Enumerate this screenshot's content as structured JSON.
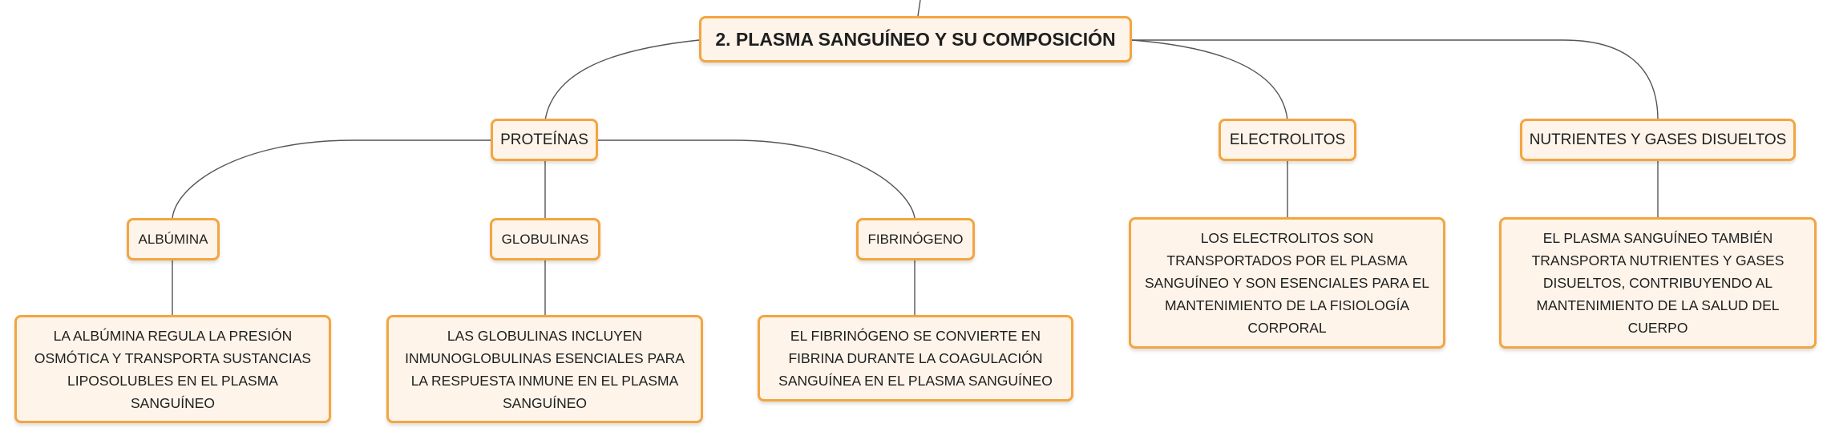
{
  "diagram": {
    "root": {
      "label": "2. PLASMA SANGUÍNEO Y SU COMPOSICIÓN"
    },
    "branches": [
      {
        "label": "PROTEÍNAS",
        "children": [
          {
            "label": "ALBÚMINA",
            "detail": "LA ALBÚMINA REGULA LA PRESIÓN OSMÓTICA Y TRANSPORTA SUSTANCIAS LIPOSOLUBLES EN EL PLASMA SANGUÍNEO"
          },
          {
            "label": "GLOBULINAS",
            "detail": "LAS GLOBULINAS INCLUYEN INMUNOGLOBULINAS ESENCIALES PARA LA RESPUESTA INMUNE EN EL PLASMA SANGUÍNEO"
          },
          {
            "label": "FIBRINÓGENO",
            "detail": "EL FIBRINÓGENO SE CONVIERTE EN FIBRINA DURANTE LA COAGULACIÓN SANGUÍNEA EN EL PLASMA SANGUÍNEO"
          }
        ]
      },
      {
        "label": "ELECTROLITOS",
        "detail": "LOS ELECTROLITOS SON TRANSPORTADOS POR EL PLASMA SANGUÍNEO Y SON ESENCIALES PARA EL MANTENIMIENTO DE LA FISIOLOGÍA CORPORAL"
      },
      {
        "label": "NUTRIENTES Y GASES DISUELTOS",
        "detail": "EL PLASMA SANGUÍNEO TAMBIÉN TRANSPORTA NUTRIENTES Y GASES DISUELTOS, CONTRIBUYENDO AL MANTENIMIENTO DE LA SALUD DEL CUERPO"
      }
    ],
    "colors": {
      "node_border": "#f4a540",
      "node_fill": "#fef4ea",
      "connector": "#555555"
    }
  }
}
